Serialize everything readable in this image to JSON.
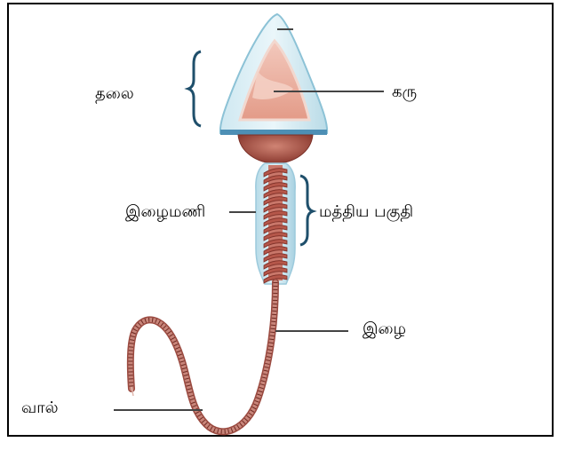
{
  "diagram": {
    "labels": {
      "head": "தலை",
      "nucleus": "கரு",
      "axial_filament": "இழைமணி",
      "middle_piece": "மத்திய  பகுதி",
      "filament": "இழை",
      "tail": "வால்"
    },
    "colors": {
      "border": "#000000",
      "acrosome": "#a9d4e4",
      "nucleus": "#e8a898",
      "middle_piece": "#b5574a",
      "tail": "#c8857a",
      "bracket": "#1f4f6b",
      "leader": "#444444"
    }
  }
}
